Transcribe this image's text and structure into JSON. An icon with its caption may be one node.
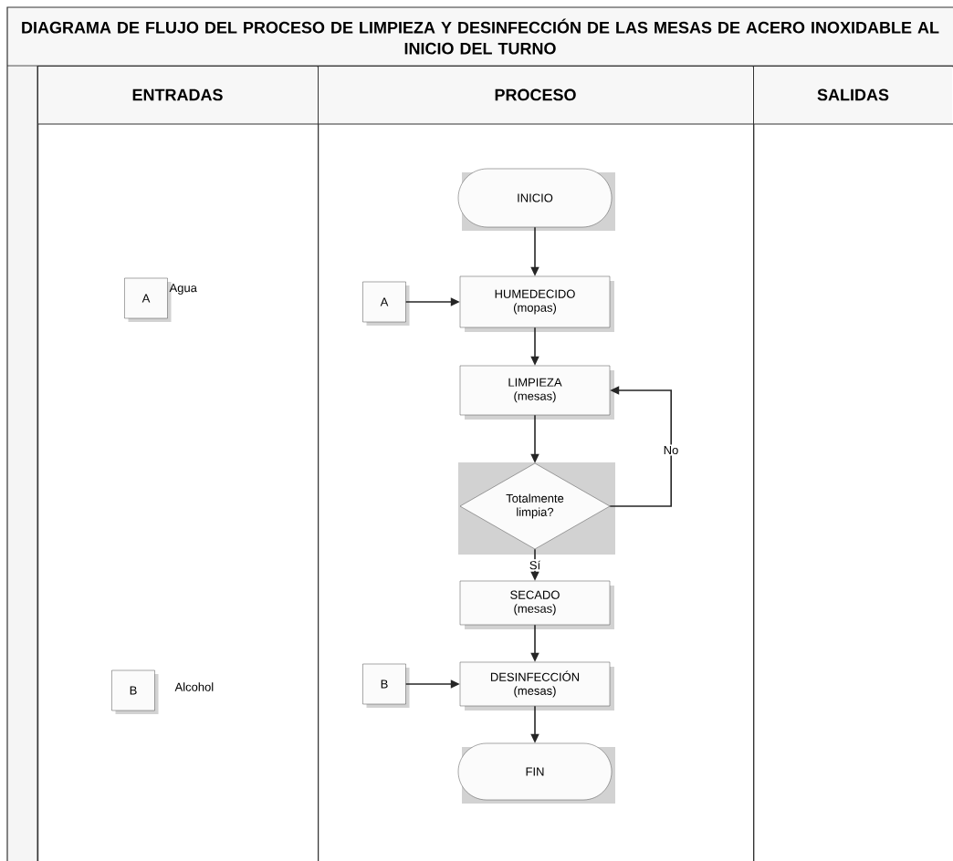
{
  "diagram": {
    "title": "DIAGRAMA DE FLUJO DEL PROCESO DE LIMPIEZA Y DESINFECCIÓN DE LAS MESAS DE ACERO INOXIDABLE AL INICIO DEL TURNO",
    "nodes": [
      {
        "text": [
          "ENTRADAS"
        ]
      },
      {
        "text": [
          "PROCESO"
        ]
      },
      {
        "text": [
          "SALIDAS"
        ]
      },
      {
        "text": [
          "A"
        ],
        "in": 0,
        "beside": [
          "Agua"
        ]
      },
      {
        "text": [
          "INICIO"
        ],
        "in": 1
      },
      {
        "text": [
          "A"
        ],
        "in": 1
      },
      {
        "text": [
          "HUMEDECIDO (mopas)"
        ],
        "in": 1
      },
      {
        "text": [
          "LIMPIEZA (mesas)"
        ],
        "in": 1
      },
      {
        "text": [
          "Totalmente limpia?"
        ],
        "in": 1
      },
      {
        "text": [
          "SECADO (mesas)"
        ],
        "in": 1
      },
      {
        "text": [
          "B"
        ],
        "in": 0,
        "beside": [
          "Alcohol"
        ]
      },
      {
        "text": [
          "B"
        ],
        "in": 1
      },
      {
        "text": [
          "DESINFECCIÓN (mesas)"
        ],
        "in": 1
      },
      {
        "text": [
          "FIN"
        ],
        "in": 1
      }
    ],
    "edges": [
      {
        "from": 4,
        "to": 6,
        "arrow": "to"
      },
      {
        "from": 5,
        "to": 6,
        "arrow": "to"
      },
      {
        "from": 6,
        "to": 7,
        "arrow": "to"
      },
      {
        "from": 7,
        "to": 8,
        "arrow": "to"
      },
      {
        "from": 8,
        "to": 7,
        "arrow": "to",
        "label": "No"
      },
      {
        "from": 8,
        "to": 9,
        "arrow": "to",
        "label": "Sí"
      },
      {
        "from": 9,
        "to": 12,
        "arrow": "to"
      },
      {
        "from": 11,
        "to": 12,
        "arrow": "to"
      },
      {
        "from": 12,
        "to": 13,
        "arrow": "to"
      }
    ]
  }
}
